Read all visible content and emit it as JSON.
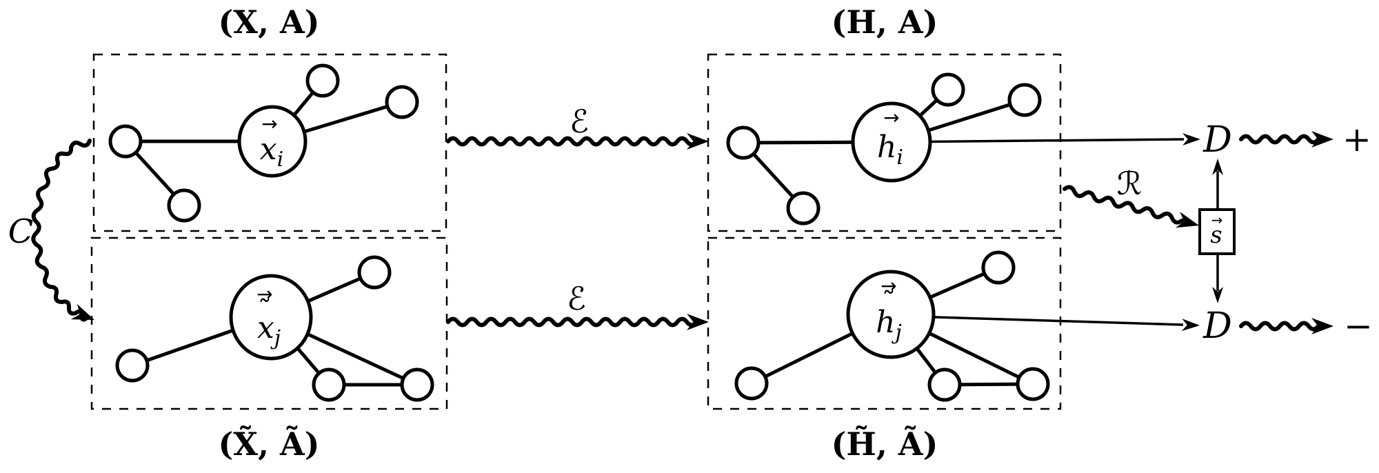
{
  "figure": {
    "box_labels": {
      "top_left": "(X, A)",
      "bottom_left": "(X̃, Ã)",
      "top_right": "(H, A)",
      "bottom_right": "(H̃, Ã)"
    },
    "node_labels": {
      "xi": {
        "base": "x",
        "sub": "i",
        "arrow": "→",
        "tilde": ""
      },
      "xj": {
        "base": "x",
        "sub": "j",
        "arrow": "→",
        "tilde": "˜"
      },
      "hi": {
        "base": "h",
        "sub": "i",
        "arrow": "→",
        "tilde": ""
      },
      "hj": {
        "base": "h",
        "sub": "j",
        "arrow": "→",
        "tilde": "˜"
      },
      "summary": {
        "base": "s",
        "sub": "",
        "arrow": "→",
        "tilde": ""
      }
    },
    "operators": {
      "corruption": "C",
      "encoder_top": "ℰ",
      "encoder_bottom": "ℰ",
      "readout": "ℛ",
      "discriminator_top": "D",
      "discriminator_bottom": "D"
    },
    "scores": {
      "positive": "+",
      "negative": "−"
    },
    "colors": {
      "ink": "#000000",
      "background": "#ffffff"
    }
  }
}
